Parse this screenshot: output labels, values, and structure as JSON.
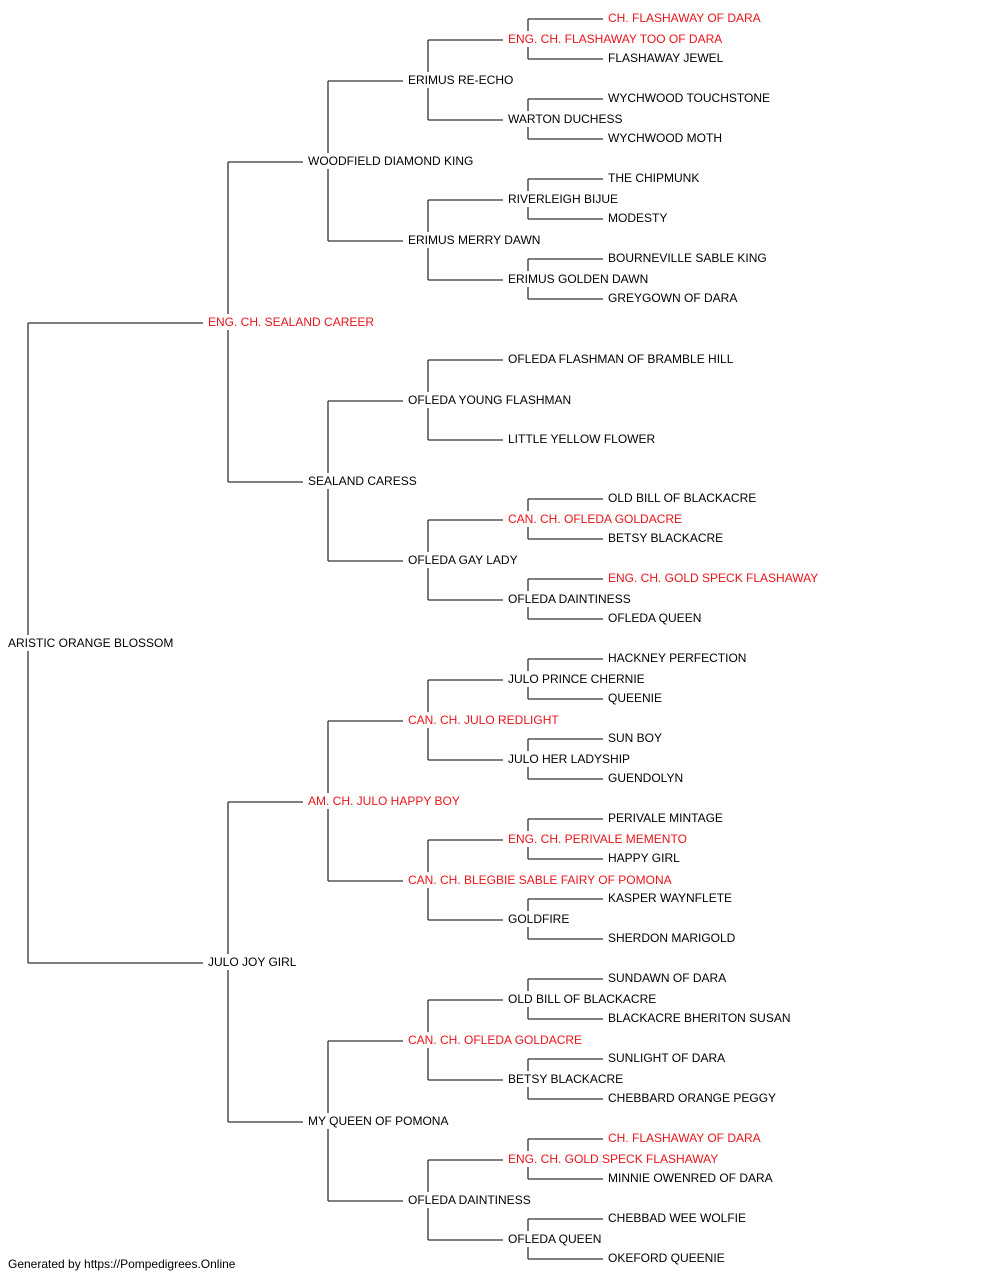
{
  "colors": {
    "champion": "#e8141c",
    "normal": "#000000",
    "line": "#333333"
  },
  "footer": "Generated by https://Pompedigrees.Online",
  "pedigree": {
    "name": "ARISTIC ORANGE BLOSSOM",
    "champion": false,
    "sire": {
      "name": "ENG. CH. SEALAND CAREER",
      "champion": true,
      "sire": {
        "name": "WOODFIELD DIAMOND KING",
        "champion": false,
        "sire": {
          "name": "ERIMUS RE-ECHO",
          "champion": false,
          "sire": {
            "name": "ENG. CH. FLASHAWAY TOO OF DARA",
            "champion": true,
            "sire": {
              "name": "CH. FLASHAWAY OF DARA",
              "champion": true
            },
            "dam": {
              "name": "FLASHAWAY JEWEL",
              "champion": false
            }
          },
          "dam": {
            "name": "WARTON DUCHESS",
            "champion": false,
            "sire": {
              "name": "WYCHWOOD TOUCHSTONE",
              "champion": false
            },
            "dam": {
              "name": "WYCHWOOD MOTH",
              "champion": false
            }
          }
        },
        "dam": {
          "name": "ERIMUS MERRY DAWN",
          "champion": false,
          "sire": {
            "name": "RIVERLEIGH BIJUE",
            "champion": false,
            "sire": {
              "name": "THE CHIPMUNK",
              "champion": false
            },
            "dam": {
              "name": "MODESTY",
              "champion": false
            }
          },
          "dam": {
            "name": "ERIMUS GOLDEN DAWN",
            "champion": false,
            "sire": {
              "name": "BOURNEVILLE SABLE KING",
              "champion": false
            },
            "dam": {
              "name": "GREYGOWN OF DARA",
              "champion": false
            }
          }
        }
      },
      "dam": {
        "name": "SEALAND CARESS",
        "champion": false,
        "sire": {
          "name": "OFLEDA YOUNG FLASHMAN",
          "champion": false,
          "sire": {
            "name": "OFLEDA FLASHMAN OF BRAMBLE HILL",
            "champion": false
          },
          "dam": {
            "name": "LITTLE YELLOW FLOWER",
            "champion": false
          }
        },
        "dam": {
          "name": "OFLEDA GAY LADY",
          "champion": false,
          "sire": {
            "name": "CAN. CH. OFLEDA GOLDACRE",
            "champion": true,
            "sire": {
              "name": "OLD BILL OF BLACKACRE",
              "champion": false
            },
            "dam": {
              "name": "BETSY BLACKACRE",
              "champion": false
            }
          },
          "dam": {
            "name": "OFLEDA DAINTINESS",
            "champion": false,
            "sire": {
              "name": "ENG. CH. GOLD SPECK FLASHAWAY",
              "champion": true
            },
            "dam": {
              "name": "OFLEDA QUEEN",
              "champion": false
            }
          }
        }
      }
    },
    "dam": {
      "name": "JULO JOY GIRL",
      "champion": false,
      "sire": {
        "name": "AM. CH. JULO HAPPY BOY",
        "champion": true,
        "sire": {
          "name": "CAN. CH. JULO REDLIGHT",
          "champion": true,
          "sire": {
            "name": "JULO PRINCE CHERNIE",
            "champion": false,
            "sire": {
              "name": "HACKNEY PERFECTION",
              "champion": false
            },
            "dam": {
              "name": "QUEENIE",
              "champion": false
            }
          },
          "dam": {
            "name": "JULO HER LADYSHIP",
            "champion": false,
            "sire": {
              "name": "SUN BOY",
              "champion": false
            },
            "dam": {
              "name": "GUENDOLYN",
              "champion": false
            }
          }
        },
        "dam": {
          "name": "CAN. CH. BLEGBIE SABLE FAIRY OF POMONA",
          "champion": true,
          "sire": {
            "name": "ENG. CH. PERIVALE MEMENTO",
            "champion": true,
            "sire": {
              "name": "PERIVALE MINTAGE",
              "champion": false
            },
            "dam": {
              "name": "HAPPY GIRL",
              "champion": false
            }
          },
          "dam": {
            "name": "GOLDFIRE",
            "champion": false,
            "sire": {
              "name": "KASPER WAYNFLETE",
              "champion": false
            },
            "dam": {
              "name": "SHERDON MARIGOLD",
              "champion": false
            }
          }
        }
      },
      "dam": {
        "name": "MY QUEEN OF POMONA",
        "champion": false,
        "sire": {
          "name": "CAN. CH. OFLEDA GOLDACRE",
          "champion": true,
          "sire": {
            "name": "OLD BILL OF BLACKACRE",
            "champion": false,
            "sire": {
              "name": "SUNDAWN OF DARA",
              "champion": false
            },
            "dam": {
              "name": "BLACKACRE BHERITON SUSAN",
              "champion": false
            }
          },
          "dam": {
            "name": "BETSY BLACKACRE",
            "champion": false,
            "sire": {
              "name": "SUNLIGHT OF DARA",
              "champion": false
            },
            "dam": {
              "name": "CHEBBARD ORANGE PEGGY",
              "champion": false
            }
          }
        },
        "dam": {
          "name": "OFLEDA DAINTINESS",
          "champion": false,
          "sire": {
            "name": "ENG. CH. GOLD SPECK FLASHAWAY",
            "champion": true,
            "sire": {
              "name": "CH. FLASHAWAY OF DARA",
              "champion": true
            },
            "dam": {
              "name": "MINNIE OWENRED OF DARA",
              "champion": false
            }
          },
          "dam": {
            "name": "OFLEDA QUEEN",
            "champion": false,
            "sire": {
              "name": "CHEBBAD WEE WOLFIE",
              "champion": false
            },
            "dam": {
              "name": "OKEFORD QUEENIE",
              "champion": false
            }
          }
        }
      }
    }
  }
}
